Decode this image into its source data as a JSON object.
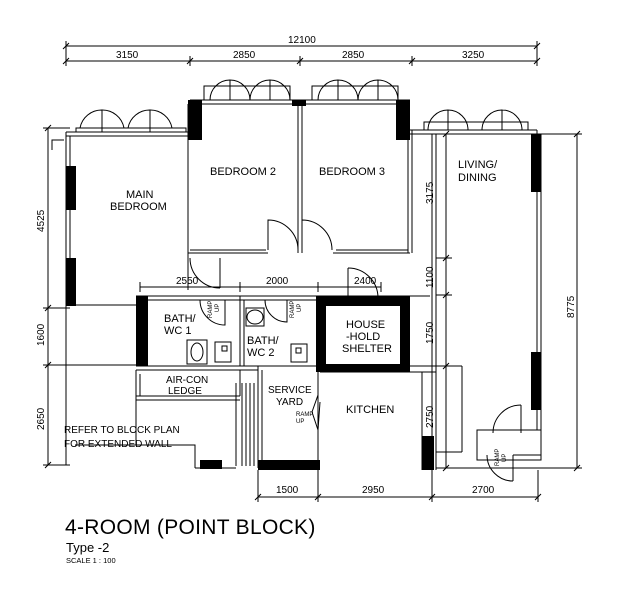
{
  "title": "4-ROOM (POINT BLOCK)",
  "subtitle": "Type -2",
  "scale": "SCALE  1 : 100",
  "dimensions": {
    "overall_width": "12100",
    "top_3150": "3150",
    "top_2850_a": "2850",
    "top_2850_b": "2850",
    "top_3250": "3250",
    "mid_2550": "2550",
    "mid_2000": "2000",
    "mid_2400": "2400",
    "bot_1500": "1500",
    "bot_2950": "2950",
    "bot_2700": "2700",
    "left_4525": "4525",
    "left_1600": "1600",
    "left_2650": "2650",
    "right_3175": "3175",
    "right_1100": "1100",
    "right_1750": "1750",
    "right_2750": "2750",
    "right_8775": "8775"
  },
  "rooms": {
    "main_bedroom_1": "MAIN",
    "main_bedroom_2": "BEDROOM",
    "bedroom2": "BEDROOM 2",
    "bedroom3": "BEDROOM  3",
    "living_1": "LIVING/",
    "living_2": "DINING",
    "bath1_1": "BATH/",
    "bath1_2": "WC 1",
    "bath2_1": "BATH/",
    "bath2_2": "WC 2",
    "shelter_1": "HOUSE",
    "shelter_2": "-HOLD",
    "shelter_3": "SHELTER",
    "aircon_1": "AIR-CON",
    "aircon_2": "LEDGE",
    "service_1": "SERVICE",
    "service_2": "YARD",
    "kitchen": "KITCHEN",
    "ramp_1": "RAMP",
    "ramp_2": "UP"
  },
  "notes": {
    "block_plan_1": "REFER TO BLOCK PLAN",
    "block_plan_2": "FOR EXTENDED WALL"
  }
}
